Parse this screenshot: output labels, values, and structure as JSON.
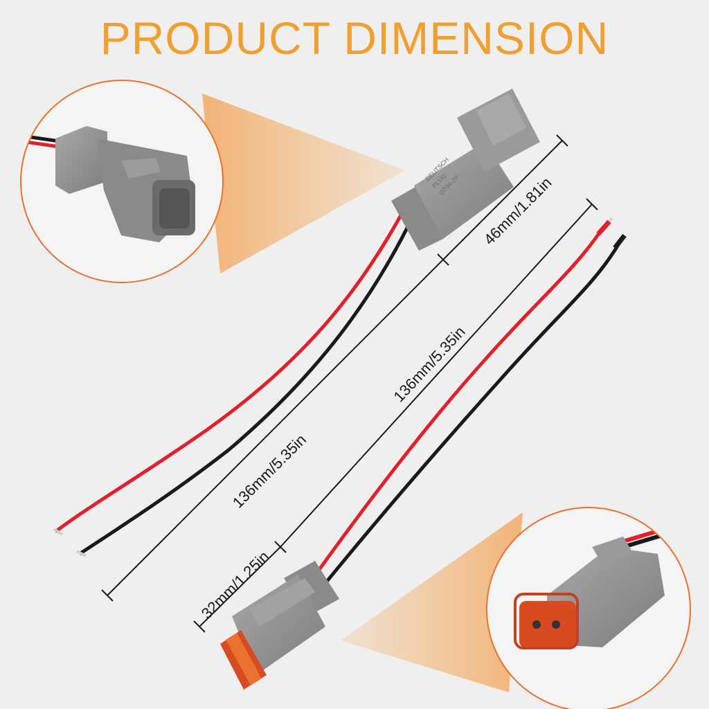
{
  "title": "PRODUCT DIMENSION",
  "dimensions": {
    "male_connector_length": "46mm/1.81in",
    "male_wire_length": "136mm/5.35in",
    "female_wire_length": "136mm/5.35in",
    "female_connector_length": "32mm/1.25in"
  },
  "connector_marking": {
    "line1": "DEUTSCH",
    "line2": "PLUG",
    "line3": "DT04-2P"
  },
  "colors": {
    "title": "#f0a030",
    "accent_orange": "#e8732e",
    "wire_red": "#e0202a",
    "wire_black": "#1a1a1a",
    "connector_grey": "#8f8f8f"
  }
}
